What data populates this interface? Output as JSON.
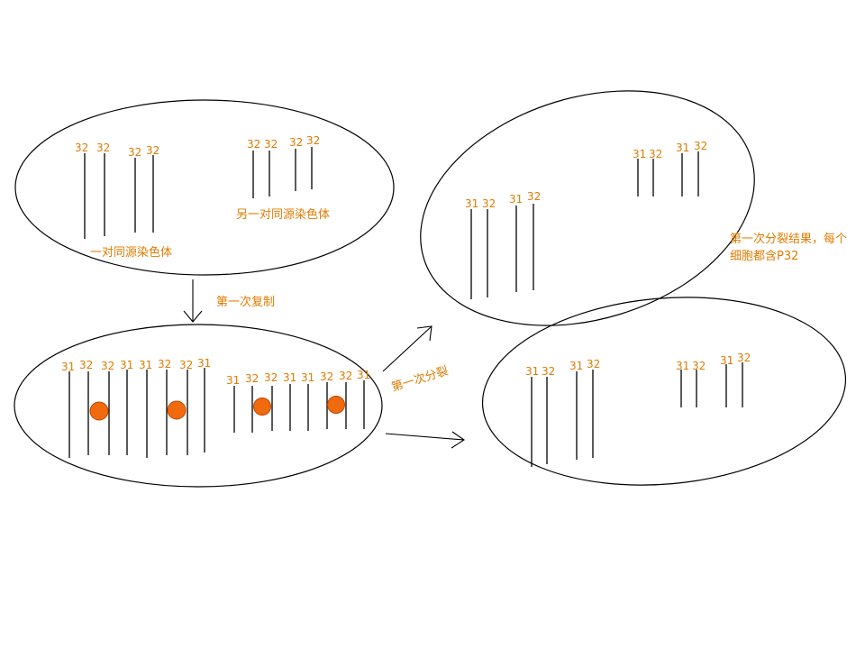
{
  "colors": {
    "label": "#e07b00",
    "dot": "#f26a0e",
    "line": "#000000"
  },
  "cell1": {
    "pair1_label": "一对同源染色体",
    "pair2_label": "另一对同源染色体",
    "pair1_nums": [
      "32",
      "32",
      "32",
      "32"
    ],
    "pair2_nums": [
      "32",
      "32",
      "32",
      "32"
    ]
  },
  "replication_label": "第一次复制",
  "cell2": {
    "group1_nums": [
      "31",
      "32",
      "32",
      "31",
      "31",
      "32",
      "32",
      "31"
    ],
    "group2_nums": [
      "31",
      "32",
      "32",
      "31",
      "31",
      "32",
      "32",
      "31"
    ]
  },
  "division_label": "第一次分裂",
  "cell3": {
    "group1_nums": [
      "31",
      "32",
      "31",
      "32"
    ],
    "group2_nums": [
      "31",
      "32",
      "31",
      "32"
    ]
  },
  "result_label": {
    "line1": "第一次分裂结果，每个",
    "line2": "细胞都含P32"
  },
  "cell4": {
    "group1_nums": [
      "31",
      "32",
      "31",
      "32"
    ],
    "group2_nums": [
      "31",
      "32",
      "31",
      "32"
    ]
  }
}
